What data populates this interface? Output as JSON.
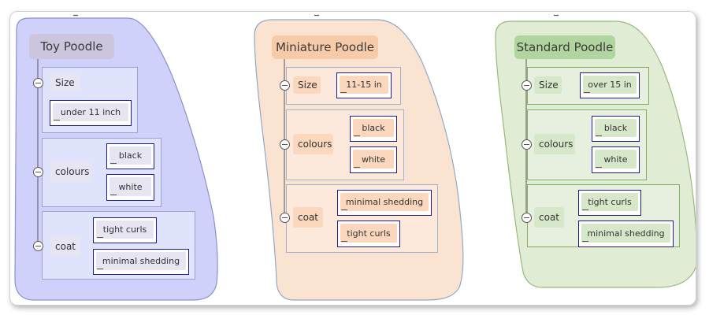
{
  "colors": {
    "toy_fill": "#cfd1fa",
    "toy_stroke": "#8b92c8",
    "toy_title_bg": "#cdc4dd",
    "toy_group_border": "#9ba3cf",
    "toy_group_fill": "#dfe3fc",
    "toy_node_bg": "#e6e5f1",
    "mini_fill": "#fbe3d2",
    "mini_stroke": "#8fa9c4",
    "mini_title_bg": "#f7caa8",
    "mini_group_border": "#9fb3cb",
    "mini_group_fill": "#fce9db",
    "mini_node_bg": "#fad7bd",
    "std_fill": "#e1ecd5",
    "std_stroke": "#97ba7a",
    "std_title_bg": "#b1d59e",
    "std_group_border": "#7fae5c",
    "std_group_fill": "#e7f0de",
    "std_node_bg": "#d6e8c9",
    "leaf_border": "#1c1c88"
  },
  "icons": {
    "collapse": "minus-circle-icon",
    "minimize": "minus-icon"
  },
  "diagrams": [
    {
      "id": "toy",
      "title": "Toy Poodle",
      "groups": [
        {
          "label": "Size",
          "items": [
            "under 11 inch"
          ]
        },
        {
          "label": "colours",
          "items": [
            "black",
            "white"
          ]
        },
        {
          "label": "coat",
          "items": [
            "tight curls",
            "minimal shedding"
          ]
        }
      ]
    },
    {
      "id": "mini",
      "title": "Miniature Poodle",
      "groups": [
        {
          "label": "Size",
          "items": [
            "11-15 in"
          ]
        },
        {
          "label": "colours",
          "items": [
            "black",
            "white"
          ]
        },
        {
          "label": "coat",
          "items": [
            "minimal shedding",
            "tight curls"
          ]
        }
      ]
    },
    {
      "id": "std",
      "title": "Standard Poodle",
      "groups": [
        {
          "label": "Size",
          "items": [
            "over 15 in"
          ]
        },
        {
          "label": "colours",
          "items": [
            "black",
            "white"
          ]
        },
        {
          "label": "coat",
          "items": [
            "tight curls",
            "minimal shedding"
          ]
        }
      ]
    }
  ]
}
